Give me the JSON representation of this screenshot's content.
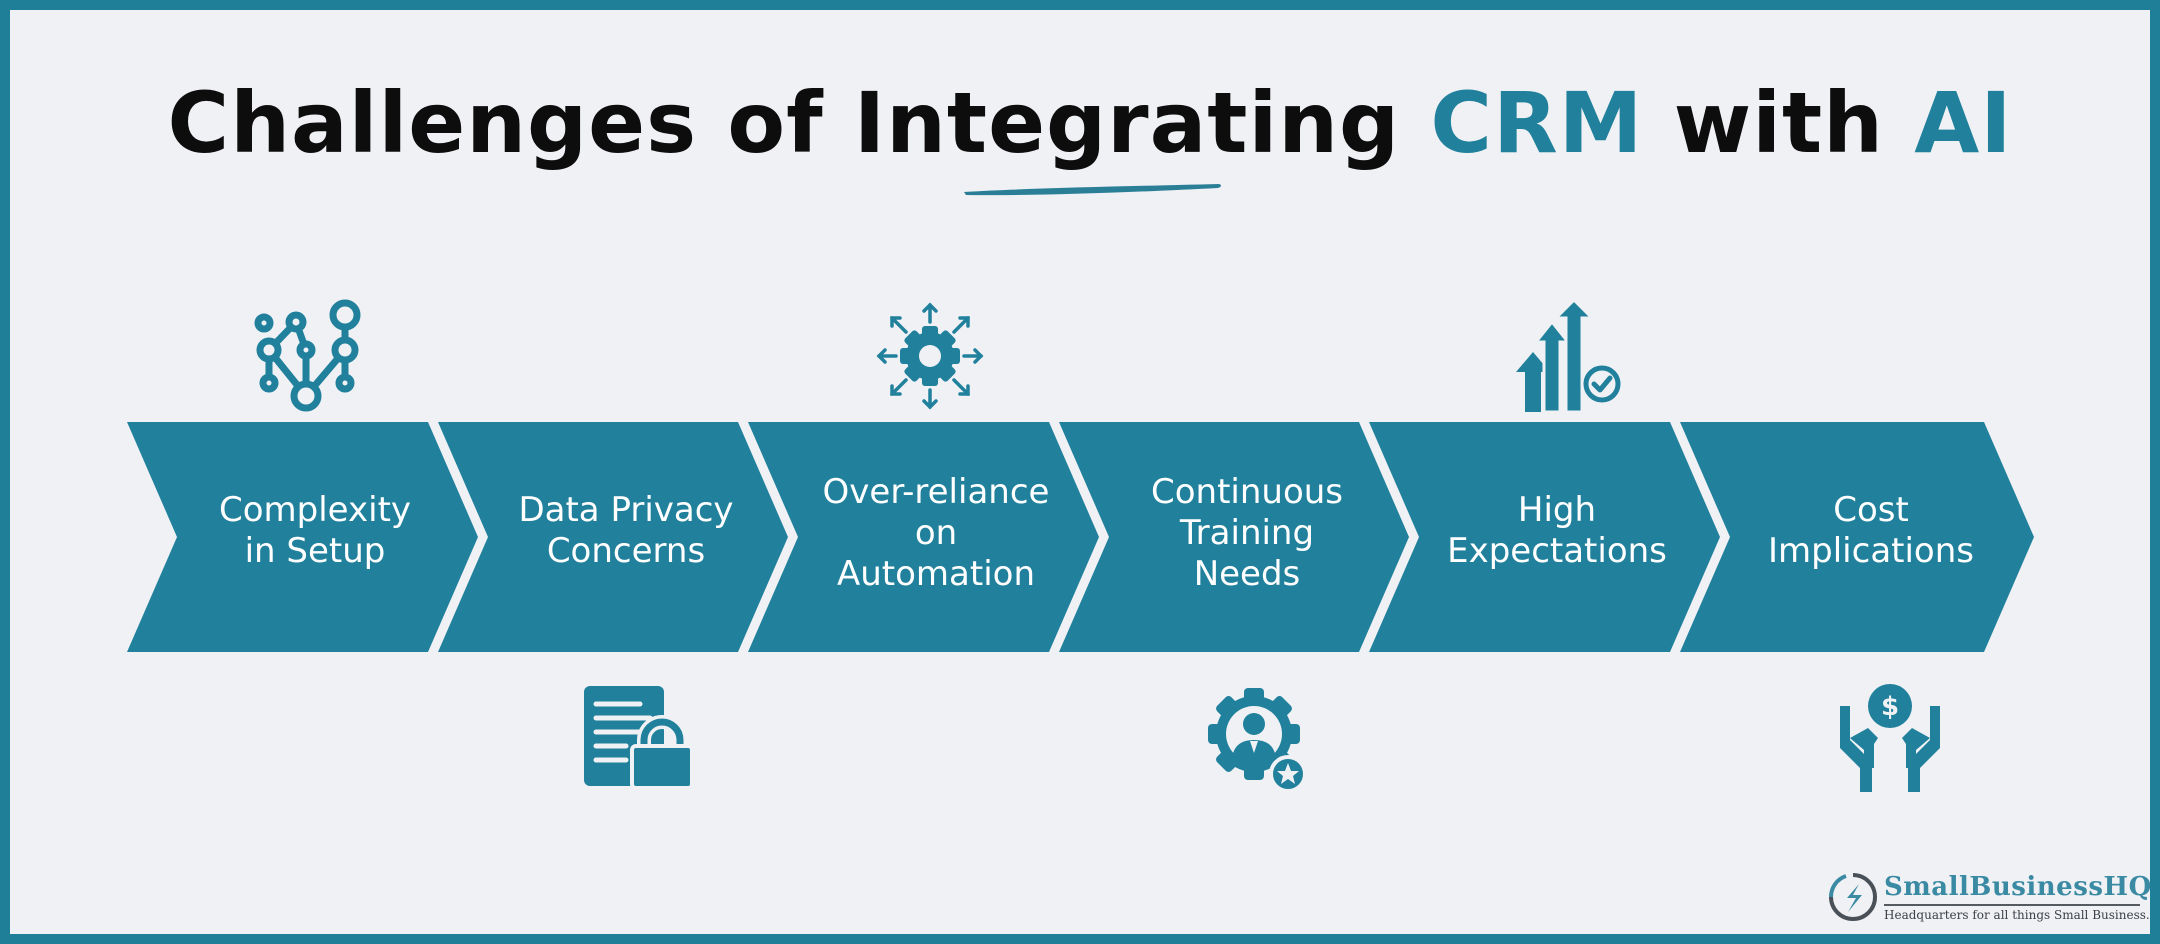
{
  "title": {
    "part1": "Challenges of Integrating ",
    "accent1": "CRM",
    "part2": " with ",
    "accent2": "AI"
  },
  "colors": {
    "border": "#1f7e98",
    "background": "#f0f1f5",
    "chevron": "#21819c",
    "title_text": "#0d0d0d",
    "accent": "#21819c"
  },
  "steps": [
    {
      "label": "Complexity\nin Setup",
      "icon": "network-nodes-icon",
      "icon_position": "above"
    },
    {
      "label": "Data Privacy\nConcerns",
      "icon": "locked-document-icon",
      "icon_position": "below"
    },
    {
      "label": "Over-reliance\non\nAutomation",
      "icon": "gear-arrows-icon",
      "icon_position": "above"
    },
    {
      "label": "Continuous\nTraining\nNeeds",
      "icon": "person-gear-star-icon",
      "icon_position": "below"
    },
    {
      "label": "High\nExpectations",
      "icon": "rising-arrows-check-icon",
      "icon_position": "above"
    },
    {
      "label": "Cost\nImplications",
      "icon": "hands-dollar-icon",
      "icon_position": "below"
    }
  ],
  "logo": {
    "name": "SmallBusinessHQ",
    "tagline": "Headquarters for all things Small Business."
  }
}
